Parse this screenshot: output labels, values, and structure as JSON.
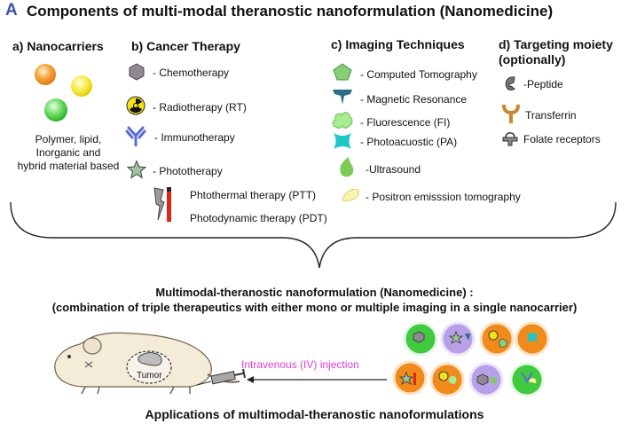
{
  "header": {
    "panel_letter": "A",
    "title": "Components of multi-modal theranostic nanoformulation (Nanomedicine)"
  },
  "nanocarriers": {
    "heading": "a) Nanocarriers",
    "description_lines": [
      "Polymer, lipid,",
      "Inorganic and",
      "hybrid material based"
    ],
    "colors": [
      "#f08a1c",
      "#f4e61c",
      "#3cc43c"
    ]
  },
  "cancer_therapy": {
    "heading": "b) Cancer Therapy",
    "items": [
      {
        "icon": "hexagon-icon",
        "label": "- Chemotherapy"
      },
      {
        "icon": "radiation-icon",
        "label": "- Radiotherapy (RT)"
      },
      {
        "icon": "antibody-icon",
        "label": "- Immunotherapy"
      },
      {
        "icon": "star-icon",
        "label": "- Phototherapy"
      }
    ],
    "sub_items": [
      "Phtothermal therapy (PTT)",
      "Photodynamic therapy (PDT)"
    ]
  },
  "imaging": {
    "heading": "c) Imaging Techniques",
    "items": [
      {
        "icon": "pentagon-icon",
        "label": "- Computed Tomography"
      },
      {
        "icon": "magnet-icon",
        "label": "- Magnetic Resonance"
      },
      {
        "icon": "cloud-icon",
        "label": "- Fluorescence (FI)"
      },
      {
        "icon": "bowtie-icon",
        "label": "- Photoacuostic (PA)"
      },
      {
        "icon": "droplet-icon",
        "label": "-Ultrasound"
      },
      {
        "icon": "leaf-icon",
        "label": "- Positron emisssion tomography"
      }
    ]
  },
  "targeting": {
    "heading_lines": [
      "d) Targeting moiety",
      "(optionally)"
    ],
    "items": [
      {
        "icon": "peptide-icon",
        "label": "-Peptide"
      },
      {
        "icon": "transferrin-icon",
        "label": "Transferrin"
      },
      {
        "icon": "folate-receptor-icon",
        "label": "Folate receptors"
      }
    ]
  },
  "summary": {
    "line1": "Multimodal-theranostic nanoformulation (Nanomedicine) :",
    "line2": "(combination of triple therapeutics with either mono or multiple imaging in a single nanocarrier)"
  },
  "application": {
    "tumor_label": "Tumor",
    "injection_label": "Intravenous (IV) injection",
    "footer": "Applications of multimodal-theranostic nanoformulations"
  },
  "colors": {
    "accent_blue": "#3b55a6",
    "injection_magenta": "#e33ad9",
    "imaging_green": "#7ecb6a",
    "imaging_teal": "#2a6e86"
  }
}
